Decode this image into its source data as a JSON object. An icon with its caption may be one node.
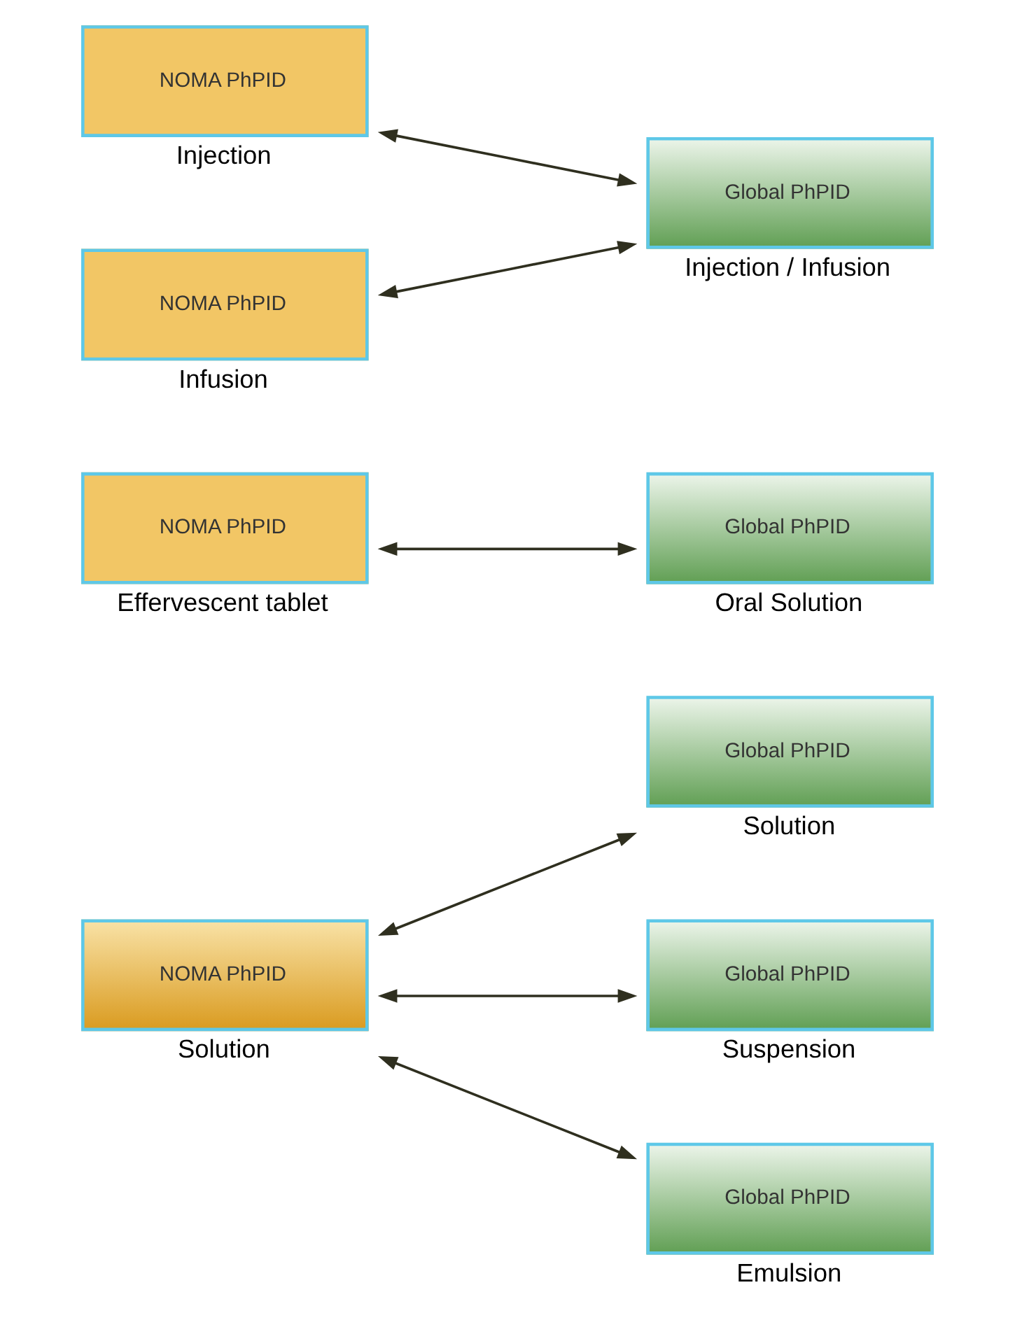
{
  "diagram": {
    "nodes": [
      {
        "text": [
          "NOMA PhPID"
        ],
        "beside": [
          "Solution"
        ]
      },
      {
        "text": [
          "Global PhPID"
        ],
        "beside": [
          "Solution"
        ]
      },
      {
        "text": [
          "Global PhPID"
        ],
        "beside": [
          "Suspension"
        ]
      },
      {
        "text": [
          "Global PhPID"
        ],
        "beside": [
          "Emulsion"
        ]
      },
      {
        "text": [
          "NOMA PhPID"
        ],
        "beside": [
          "Effervescent tablet"
        ]
      },
      {
        "text": [
          "Global PhPID"
        ],
        "beside": [
          "Oral Solution"
        ]
      },
      {
        "text": [
          "NOMA PhPID"
        ],
        "beside": [
          "Injection"
        ]
      },
      {
        "text": [
          "NOMA PhPID"
        ],
        "beside": [
          "Infusion"
        ]
      },
      {
        "text": [
          "Global PhPID"
        ],
        "beside": [
          "Injection / Infusion"
        ]
      }
    ],
    "edges": [
      {
        "from": 0,
        "to": 1,
        "arrow": "both"
      },
      {
        "from": 0,
        "to": 2,
        "arrow": "both"
      },
      {
        "from": 0,
        "to": 3,
        "arrow": "both"
      },
      {
        "from": 4,
        "to": 5,
        "arrow": "both"
      },
      {
        "from": 6,
        "to": 8,
        "arrow": "both"
      },
      {
        "from": 7,
        "to": 8,
        "arrow": "both"
      }
    ]
  }
}
